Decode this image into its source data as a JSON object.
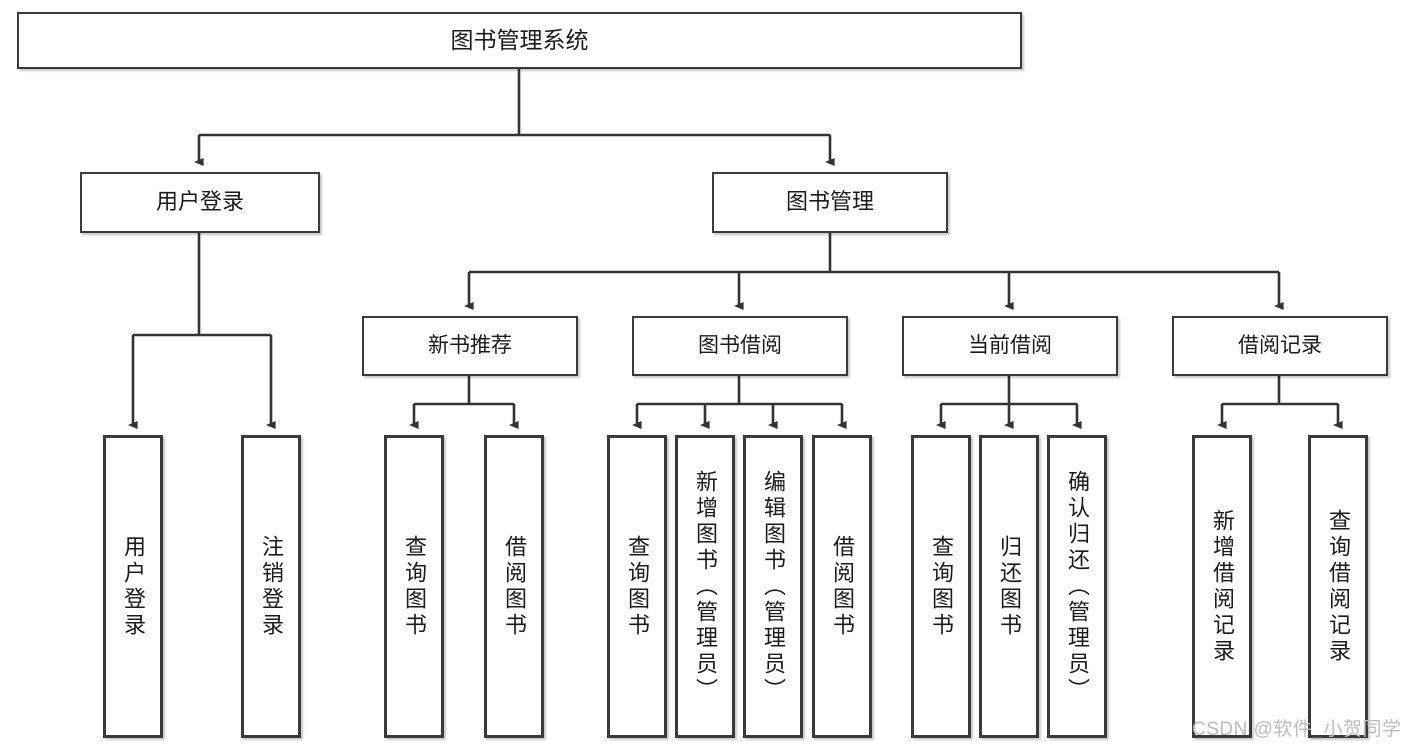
{
  "diagram": {
    "title": "图书管理系统",
    "type": "function-structure-tree",
    "orientation": "top-down",
    "edge_color": "#333333",
    "node_border_color": "#3a3a3a",
    "node_fill_color": "#ffffff",
    "text_color": "#1b1b1b",
    "watermark": "CSDN @软件_小贺同学",
    "watermark_color": "#bdbdbd"
  },
  "nodes": {
    "root": {
      "label": "图书管理系统"
    },
    "level2": [
      {
        "id": "user-login",
        "label": "用户登录"
      },
      {
        "id": "book-management",
        "label": "图书管理"
      }
    ],
    "level3": [
      {
        "id": "new-book-recommend",
        "label": "新书推荐"
      },
      {
        "id": "book-borrow",
        "label": "图书借阅"
      },
      {
        "id": "current-borrow",
        "label": "当前借阅"
      },
      {
        "id": "borrow-record",
        "label": "借阅记录"
      }
    ],
    "leaves": [
      {
        "id": "leaf-user-login",
        "parent": "user-login",
        "label": "用户登录"
      },
      {
        "id": "leaf-logout",
        "parent": "user-login",
        "label": "注销登录"
      },
      {
        "id": "leaf-query-book-1",
        "parent": "new-book-recommend",
        "label": "查询图书"
      },
      {
        "id": "leaf-borrow-book-1",
        "parent": "new-book-recommend",
        "label": "借阅图书"
      },
      {
        "id": "leaf-query-book-2",
        "parent": "book-borrow",
        "label": "查询图书"
      },
      {
        "id": "leaf-add-book",
        "parent": "book-borrow",
        "label": "新增图书（管理员）"
      },
      {
        "id": "leaf-edit-book",
        "parent": "book-borrow",
        "label": "编辑图书（管理员）"
      },
      {
        "id": "leaf-borrow-book-2",
        "parent": "book-borrow",
        "label": "借阅图书"
      },
      {
        "id": "leaf-query-book-3",
        "parent": "current-borrow",
        "label": "查询图书"
      },
      {
        "id": "leaf-return-book",
        "parent": "current-borrow",
        "label": "归还图书"
      },
      {
        "id": "leaf-confirm-return",
        "parent": "current-borrow",
        "label": "确认归还（管理员）"
      },
      {
        "id": "leaf-add-record",
        "parent": "borrow-record",
        "label": "新增借阅记录"
      },
      {
        "id": "leaf-query-record",
        "parent": "borrow-record",
        "label": "查询借阅记录"
      }
    ]
  }
}
